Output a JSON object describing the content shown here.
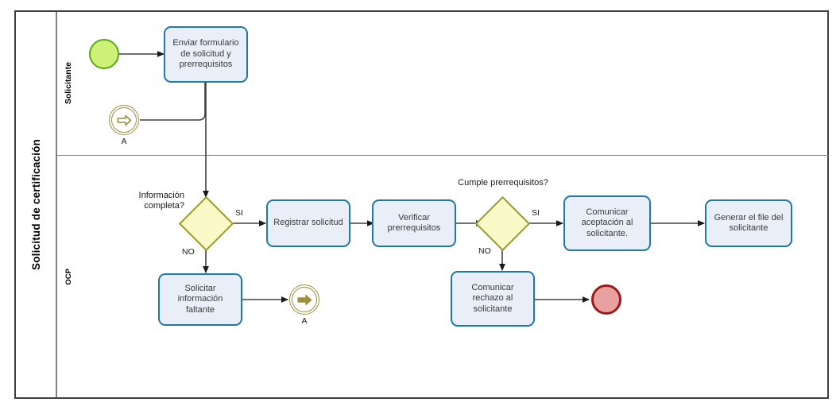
{
  "diagram": {
    "type": "bpmn-process-diagram",
    "pool": {
      "label": "Solicitud de certificación"
    },
    "lanes": [
      {
        "id": "lane-solicitante",
        "label": "Solicitante"
      },
      {
        "id": "lane-ocp",
        "label": "OCP"
      }
    ],
    "colors": {
      "task_fill": "#e9eef9",
      "task_stroke": "#1f79a7",
      "gateway_fill": "#fafac8",
      "gateway_stroke": "#9a9a2a",
      "start_fill": "#cdf077",
      "start_stroke": "#5aa818",
      "end_fill": "#e8a0a0",
      "end_stroke": "#9b1b1b",
      "link_stroke": "#9a9040",
      "flow_stroke": "#404040",
      "pool_stroke": "#404040",
      "lane_stroke": "#808080"
    },
    "nodes": {
      "start_event": {
        "name": "start-event",
        "label": ""
      },
      "link_catch_a": {
        "name": "link-catch-event-a",
        "label": "A"
      },
      "task_enviar": {
        "label": "Enviar formulario de solicitud y prerrequisitos"
      },
      "gateway_informacion": {
        "label": "Información completa?"
      },
      "task_registrar": {
        "label": "Registrar solicitud"
      },
      "task_verificar": {
        "label": "Verificar prerrequisitos"
      },
      "gateway_cumple": {
        "label": "Cumple prerrequisitos?"
      },
      "task_comunicar_aceptacion": {
        "label": "Comunicar aceptación al solicitante."
      },
      "task_generar_file": {
        "label": "Generar el file del solicitante"
      },
      "task_solicitar_info": {
        "label": "Solicitar información faltante"
      },
      "link_throw_a": {
        "name": "link-throw-event-a",
        "label": "A"
      },
      "task_comunicar_rechazo": {
        "label": "Comunicar rechazo al solicitante"
      },
      "end_event": {
        "name": "end-event",
        "label": ""
      }
    },
    "flow_labels": {
      "informacion_si": "SI",
      "informacion_no": "NO",
      "cumple_si": "SI",
      "cumple_no": "NO"
    }
  }
}
